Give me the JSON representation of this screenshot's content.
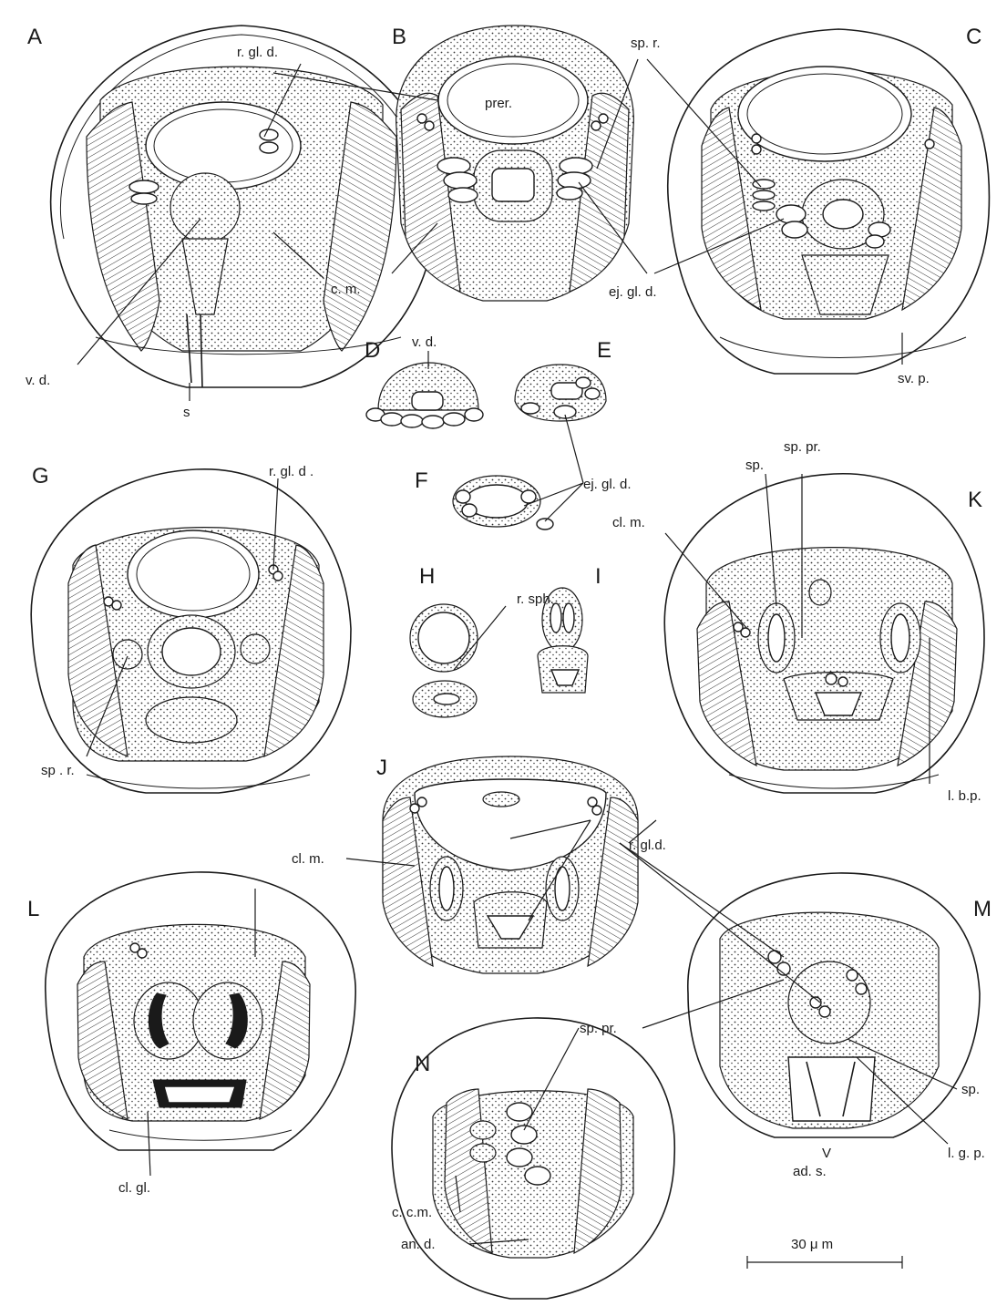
{
  "panels": [
    "A",
    "B",
    "C",
    "D",
    "E",
    "F",
    "G",
    "H",
    "I",
    "J",
    "K",
    "L",
    "M",
    "N"
  ],
  "labels": {
    "rgld_A": "r. gl. d.",
    "spr_top": "sp. r.",
    "prer": "prer.",
    "cm": "c. m.",
    "ejgld_top": "ej. gl. d.",
    "vd_A": "v. d.",
    "s": "s",
    "vd_D": "v. d.",
    "svp": "sv. p.",
    "ejgld_mid": "ej. gl. d.",
    "rgld_G": "r. gl. d .",
    "spr_G": "sp . r.",
    "sp_K": "sp.",
    "sppr_K": "sp. pr.",
    "clm_K": "cl. m.",
    "rsph": "r. sph.",
    "lbp": "l. b.p.",
    "rgld_J": "r. gl.d.",
    "clm_L": "cl. m.",
    "clgl": "cl. gl.",
    "sppr_M": "sp. pr.",
    "sp_M": "sp.",
    "lgp": "l. g. p.",
    "ads": "ad. s.",
    "ccm": "c. c.m.",
    "and": "an. d.",
    "scale": "30 μ m"
  }
}
